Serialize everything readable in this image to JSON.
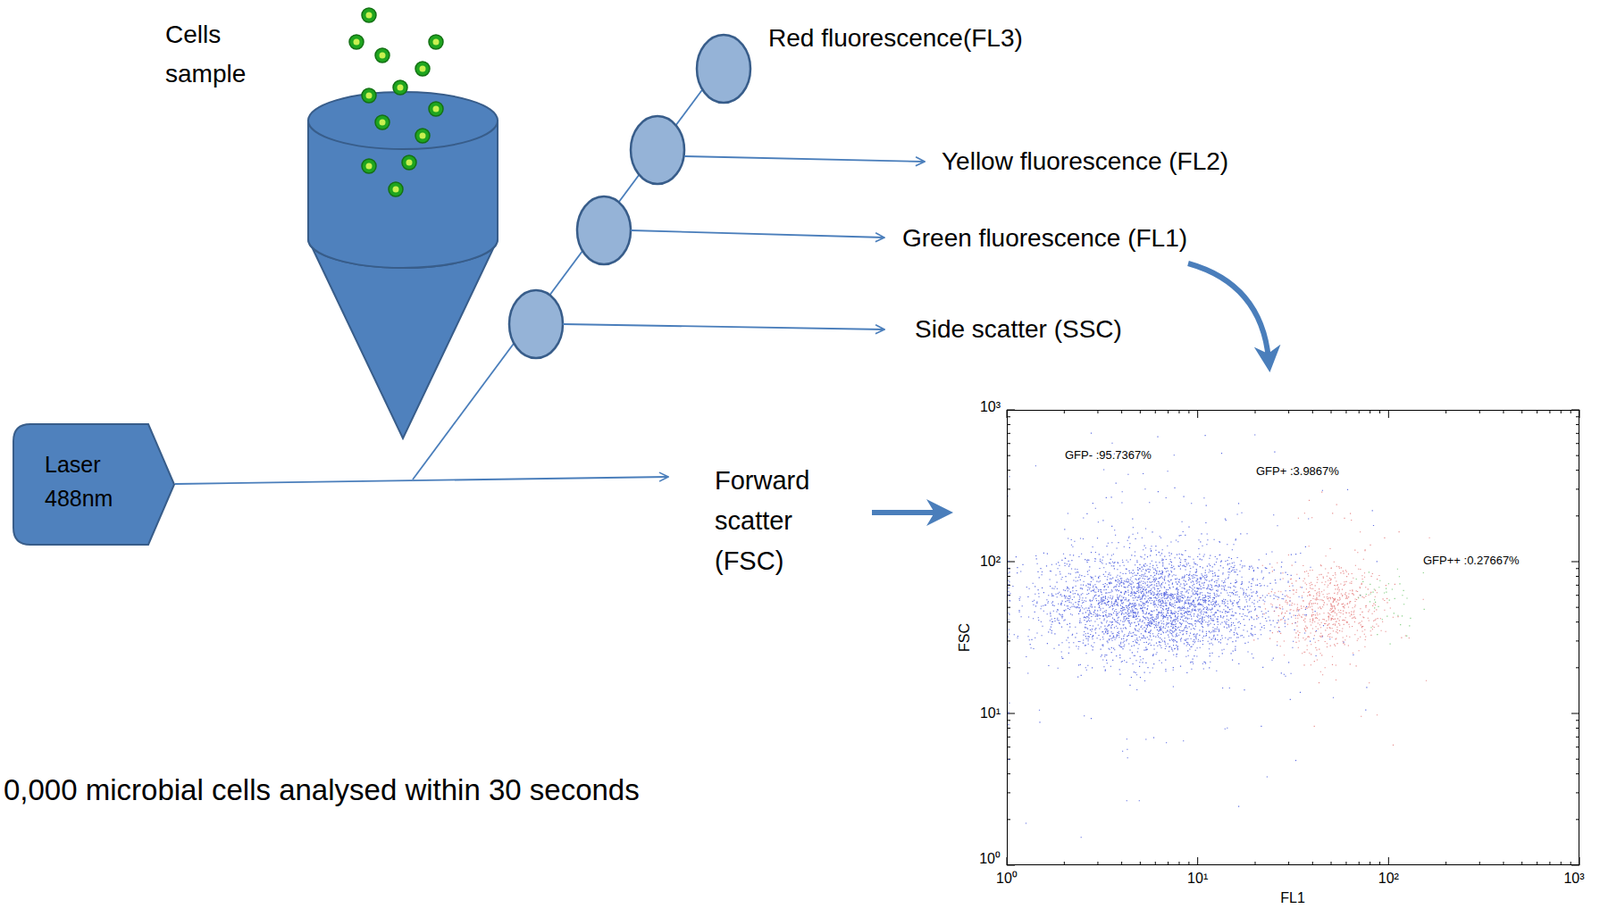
{
  "diagram": {
    "nodes": [
      {
        "text": [
          "Laser 488nm"
        ]
      },
      {
        "text": [
          "GFP- :95.7367%",
          "GFP+ :3.9867%",
          "GFP++ :0.27667%"
        ]
      }
    ],
    "labels": [
      "Cells sample",
      "Red fluorescence(FL3)",
      "Yellow fluorescence (FL2)",
      "Green fluorescence (FL1)",
      "Side scatter (SSC)",
      "Forward scatter (FSC)",
      "10³",
      "10²",
      "10¹",
      "10⁰",
      "FSC",
      "10⁰",
      "10¹",
      "10²",
      "10³",
      "FL1",
      "0,000 microbial cells analysed within 30 seconds"
    ]
  }
}
